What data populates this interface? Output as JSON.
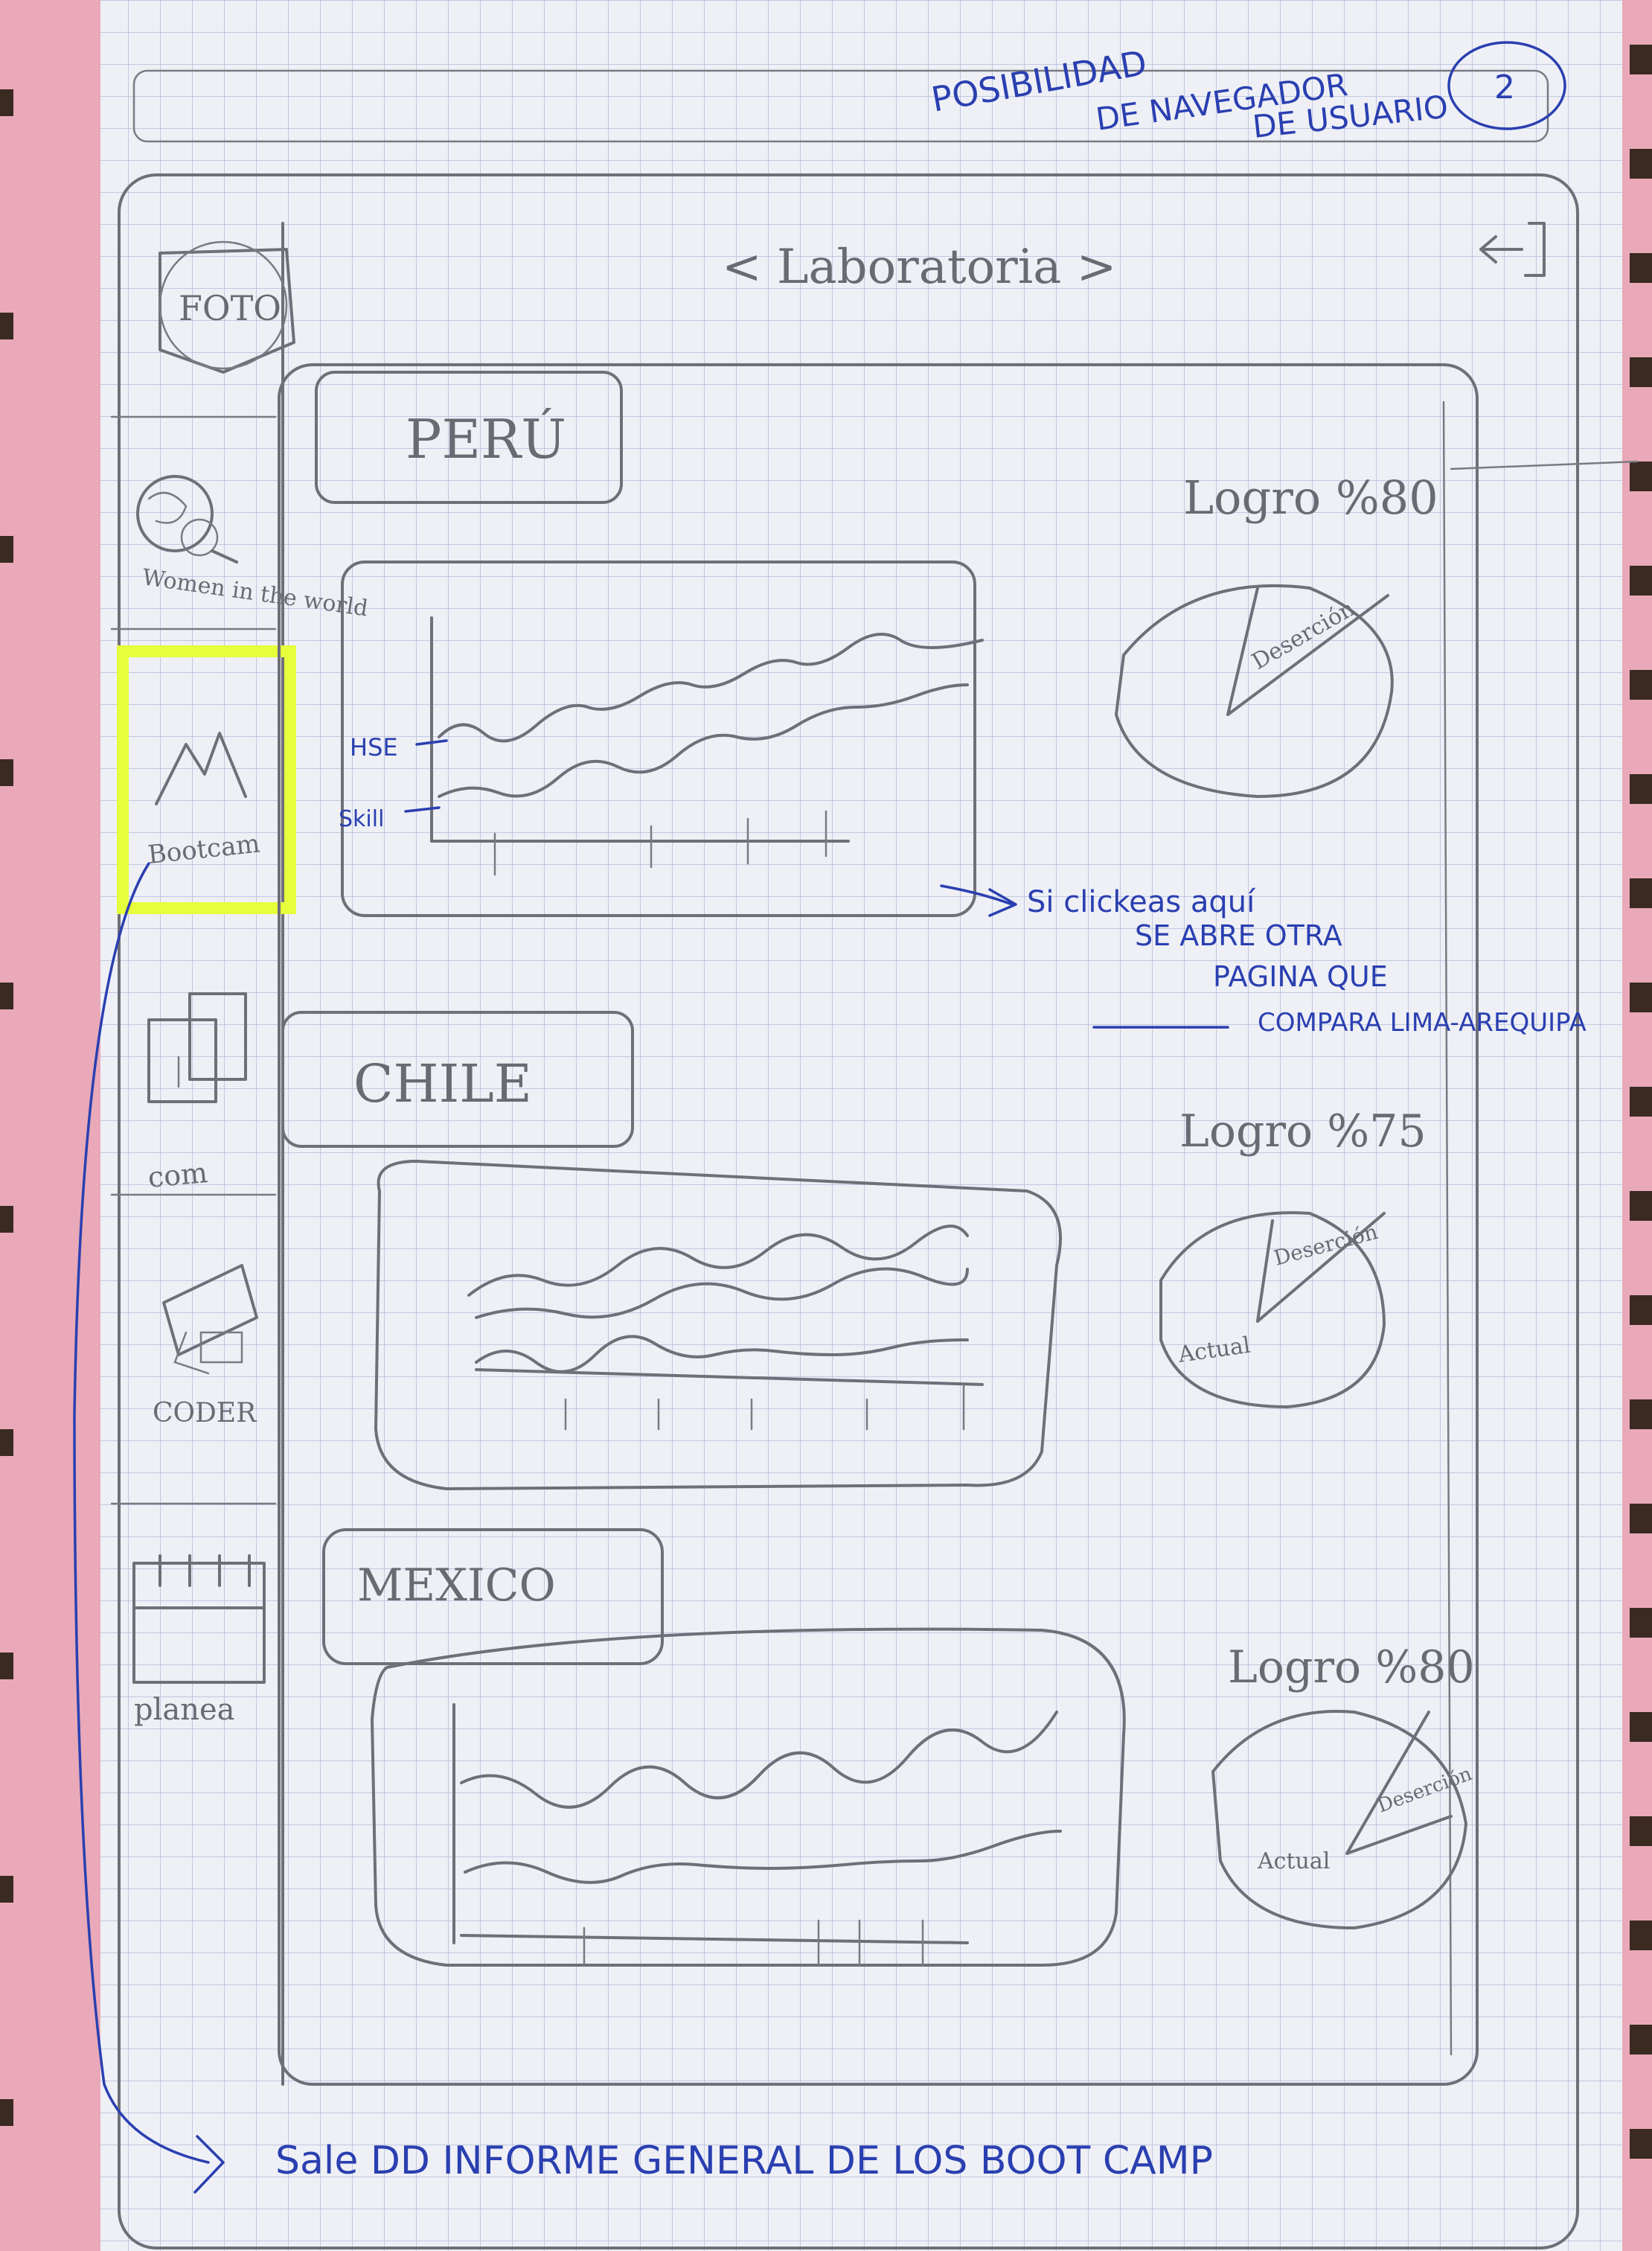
{
  "note": {
    "lines": [
      "POSIBILIDAD",
      "DE NAVEGADOR",
      "DE USUARIO"
    ],
    "page_number": "2"
  },
  "header": {
    "title": "< Laboratoria >",
    "logout_glyph": "⇤]"
  },
  "sidebar": {
    "photo_label": "FOTO",
    "items": [
      {
        "label": "Women in the world",
        "icon": "globe-search-icon"
      },
      {
        "label": "Bootcam",
        "icon": "mountain-icon",
        "highlighted": true
      },
      {
        "label": "com",
        "icon": "documents-icon"
      },
      {
        "label": "CODER",
        "icon": "code-card-icon"
      },
      {
        "label": "planea",
        "icon": "calendar-icon"
      }
    ],
    "highlight_color": "#e6ff3c"
  },
  "sections": [
    {
      "country": "PERÚ",
      "logro": "Logro %80",
      "pie_labels": [
        "Deserción"
      ],
      "series_labels": [
        "HSE",
        "Skill"
      ]
    },
    {
      "country": "CHILE",
      "logro": "Logro %75",
      "pie_labels": [
        "Deserción",
        "Actual"
      ],
      "series_labels": []
    },
    {
      "country": "MEXICO",
      "logro": "Logro %80",
      "pie_labels": [
        "Deserción",
        "Actual"
      ],
      "series_labels": []
    }
  ],
  "annotations": {
    "click_note": [
      "Si clickeas aquí",
      "SE ABRE OTRA",
      "PAGINA QUE",
      "COMPARA LIMA-AREQUIPA"
    ],
    "footer_note": "Sale DD INFORME GENERAL DE LOS BOOT CAMP"
  },
  "colors": {
    "paper": "#eef0f6",
    "grid": "#b4bcd8",
    "pencil": "#6f6f78",
    "pen": "#2a3fb0"
  }
}
